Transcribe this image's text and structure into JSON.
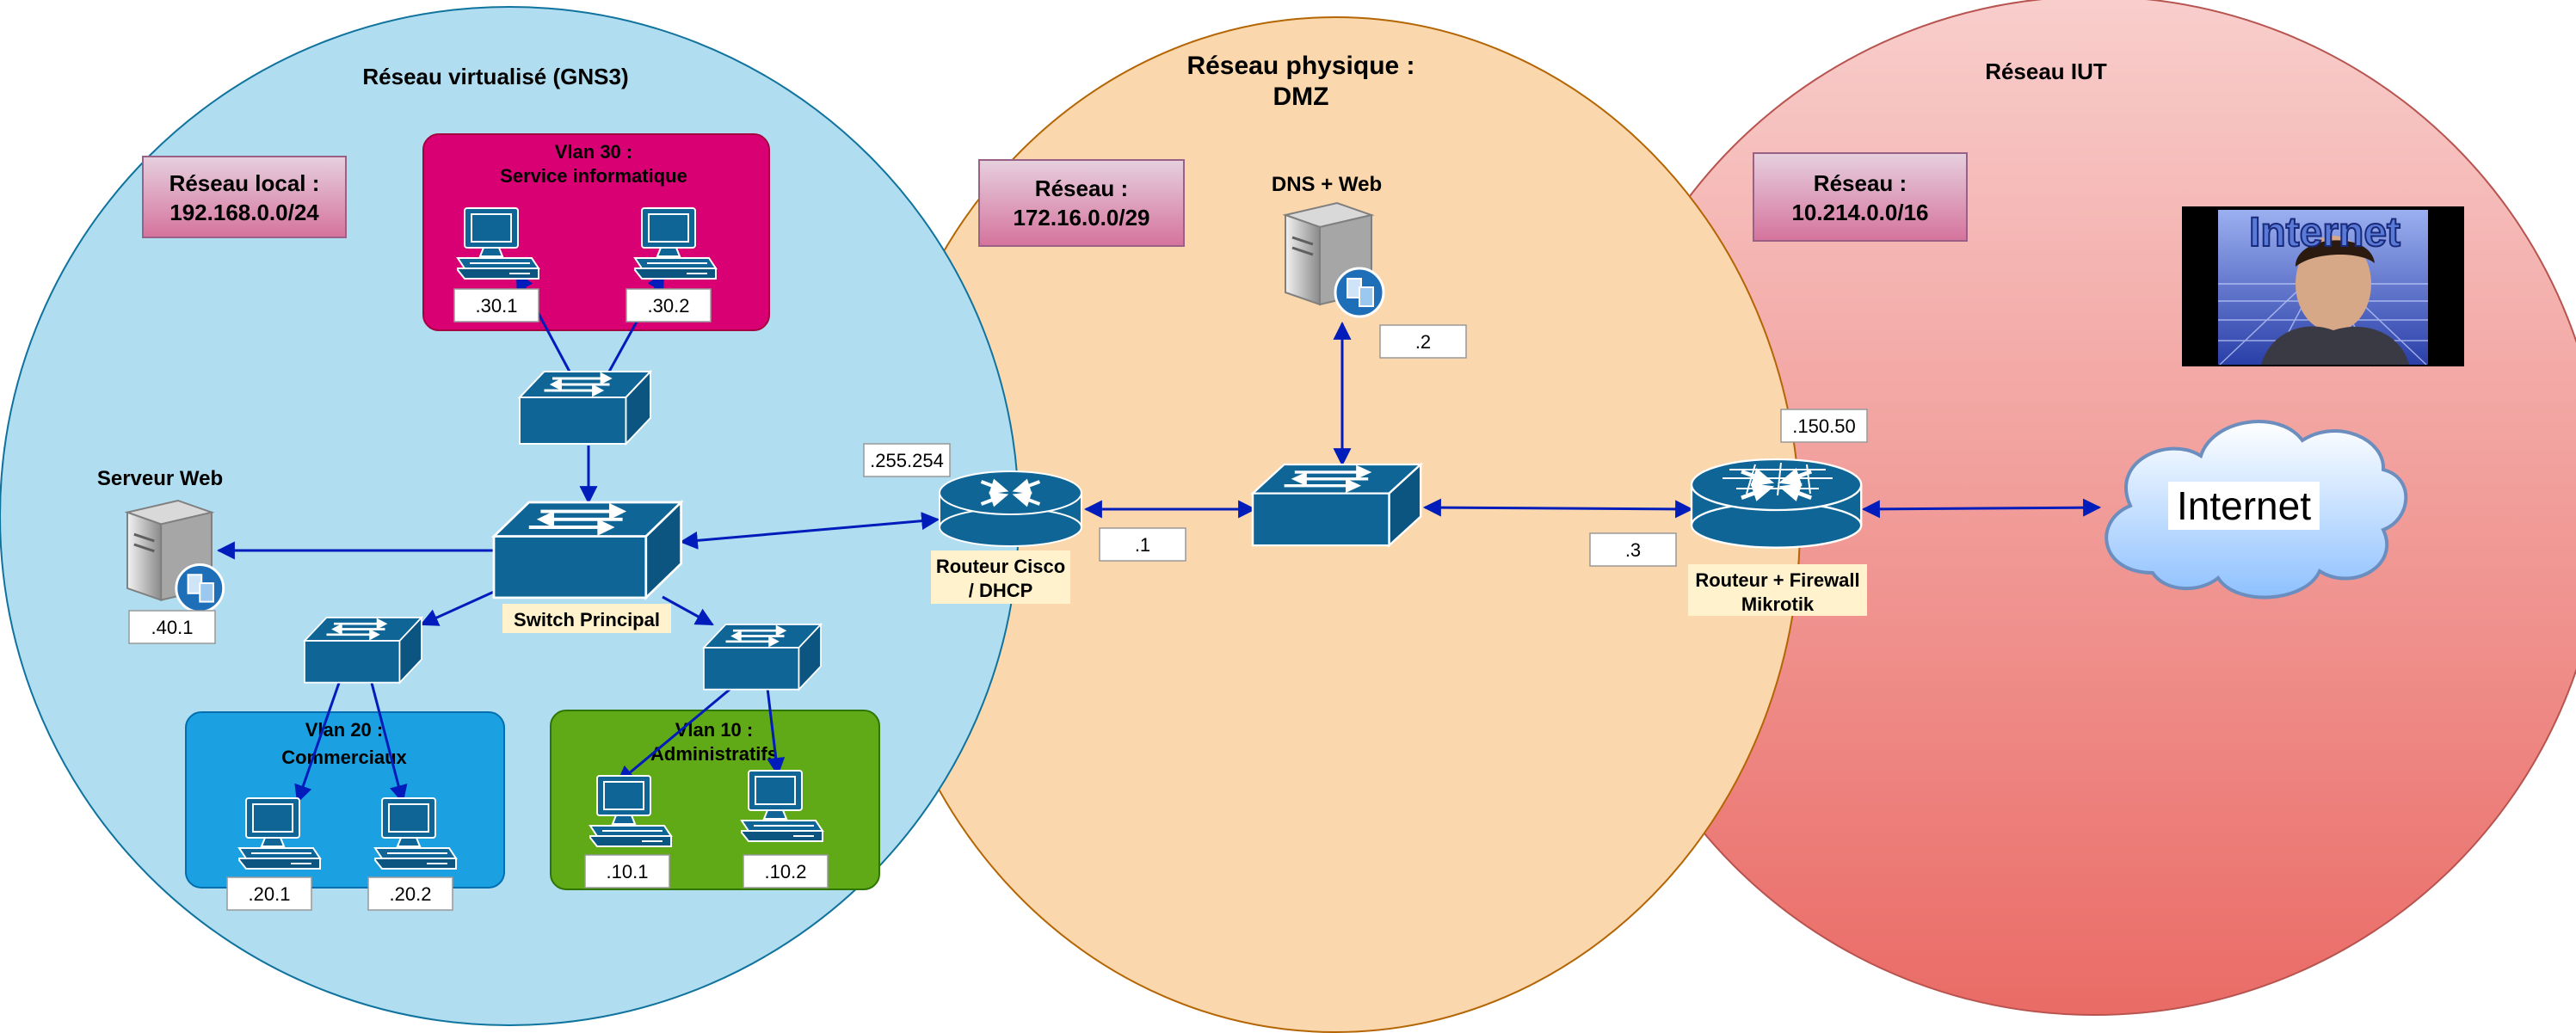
{
  "zones": {
    "virtual": {
      "title": "Réseau virtualisé (GNS3)"
    },
    "dmz": {
      "title_line1": "Réseau physique :",
      "title_line2": "DMZ"
    },
    "iut": {
      "title": "Réseau IUT"
    }
  },
  "network_boxes": {
    "local": {
      "line1": "Réseau local :",
      "line2": "192.168.0.0/24"
    },
    "dmz": {
      "line1": "Réseau :",
      "line2": "172.16.0.0/29"
    },
    "iut": {
      "line1": "Réseau :",
      "line2": "10.214.0.0/16"
    }
  },
  "vlans": {
    "v30": {
      "line1": "Vlan 30 :",
      "line2": "Service informatique",
      "pcs": [
        ".30.1",
        ".30.2"
      ]
    },
    "v20": {
      "line1": "Vlan 20 :",
      "line2": "Commerciaux",
      "pcs": [
        ".20.1",
        ".20.2"
      ]
    },
    "v10": {
      "line1": "Vlan 10 :",
      "line2": "Administratifs",
      "pcs": [
        ".10.1",
        ".10.2"
      ]
    }
  },
  "devices": {
    "web_server": {
      "label": "Serveur Web",
      "address": ".40.1"
    },
    "switch_main": {
      "label": "Switch Principal"
    },
    "router_cisco": {
      "line1": "Routeur Cisco",
      "line2": "/ DHCP",
      "address_left": ".255.254",
      "address_right": ".1"
    },
    "dns_server": {
      "label": "DNS + Web",
      "address": ".2"
    },
    "router_mikrotik": {
      "line1": "Routeur + Firewall",
      "line2": "Mikrotik",
      "address_left": ".3",
      "address_top": ".150.50"
    },
    "internet_cloud": {
      "label": "Internet"
    },
    "internet_photo": {
      "caption": "Internet"
    }
  },
  "colors": {
    "virtual_zone": "#b1ddf0",
    "dmz_zone": "#fad7ac",
    "iut_zone_top": "#f8cecc",
    "iut_zone_bottom": "#ea6b66",
    "vlan30": "#d80073",
    "vlan20": "#1ba1e2",
    "vlan10": "#60a917",
    "network_box": "#e6a0c4",
    "device_blue": "#0f6696",
    "link": "#001dbc"
  }
}
